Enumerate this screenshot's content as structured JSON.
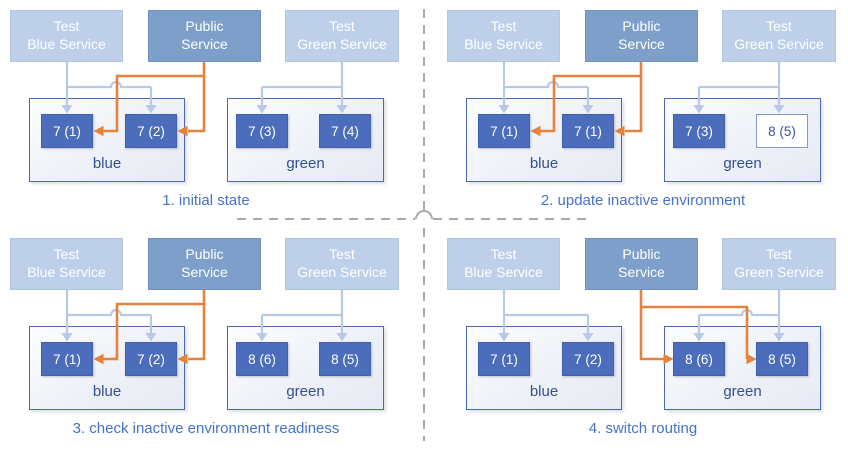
{
  "services": {
    "test_blue": "Test\nBlue Service",
    "public": "Public\nService",
    "test_green": "Test\nGreen Service"
  },
  "colors": {
    "accent_orange": "#E6823C",
    "connector_light_blue": "#B7C9E6",
    "service_light_fill": "#BDCFE9",
    "public_service_fill": "#7D9FC9",
    "pod_fill": "#4C6CBC",
    "env_border": "#4C69AE",
    "caption_text": "#4573C8",
    "env_label_text": "#33508F",
    "divider_gray": "#A9A9A9"
  },
  "quadrants": [
    {
      "caption": "1. initial state",
      "public_routes_to": "blue",
      "blue_env": {
        "label": "blue",
        "pods": [
          {
            "label": "7 (1)",
            "state": "active"
          },
          {
            "label": "7 (2)",
            "state": "active"
          }
        ]
      },
      "green_env": {
        "label": "green",
        "pods": [
          {
            "label": "7 (3)",
            "state": "active"
          },
          {
            "label": "7 (4)",
            "state": "active"
          }
        ]
      }
    },
    {
      "caption": "2. update inactive environment",
      "public_routes_to": "blue",
      "blue_env": {
        "label": "blue",
        "pods": [
          {
            "label": "7 (1)",
            "state": "active"
          },
          {
            "label": "7 (1)",
            "state": "active"
          }
        ]
      },
      "green_env": {
        "label": "green",
        "pods": [
          {
            "label": "7 (3)",
            "state": "active"
          },
          {
            "label": "8 (5)",
            "state": "updating"
          }
        ]
      }
    },
    {
      "caption": "3. check inactive environment readiness",
      "public_routes_to": "blue",
      "blue_env": {
        "label": "blue",
        "pods": [
          {
            "label": "7 (1)",
            "state": "active"
          },
          {
            "label": "7 (2)",
            "state": "active"
          }
        ]
      },
      "green_env": {
        "label": "green",
        "pods": [
          {
            "label": "8 (6)",
            "state": "active"
          },
          {
            "label": "8 (5)",
            "state": "active"
          }
        ]
      }
    },
    {
      "caption": "4. switch routing",
      "public_routes_to": "green",
      "blue_env": {
        "label": "blue",
        "pods": [
          {
            "label": "7 (1)",
            "state": "active"
          },
          {
            "label": "7 (2)",
            "state": "active"
          }
        ]
      },
      "green_env": {
        "label": "green",
        "pods": [
          {
            "label": "8 (6)",
            "state": "active"
          },
          {
            "label": "8 (5)",
            "state": "active"
          }
        ]
      }
    }
  ]
}
